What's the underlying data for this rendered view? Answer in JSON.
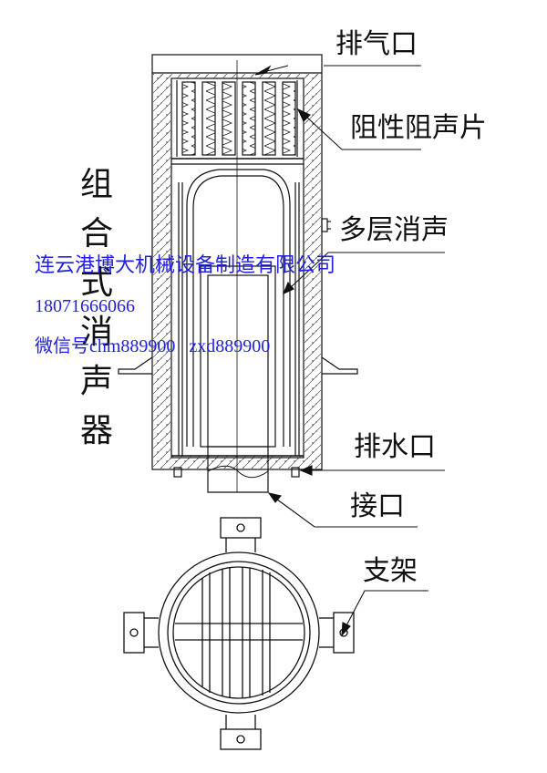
{
  "title_vertical": [
    "组",
    "合",
    "式",
    "消",
    "声",
    "器"
  ],
  "labels": {
    "exhaust_port": "排气口",
    "resistive_baffle": "阻性阻声片",
    "multilayer_muffler": "多层消声",
    "drain_port": "排水口",
    "connector": "接口",
    "bracket": "支架"
  },
  "watermark": {
    "company": "连云港博大机械设备制造有限公司",
    "phone": "18071666066",
    "wechat": "微信号chm889900   zxd889900"
  },
  "colors": {
    "line": "#111111",
    "watermark": "#2222dd"
  }
}
